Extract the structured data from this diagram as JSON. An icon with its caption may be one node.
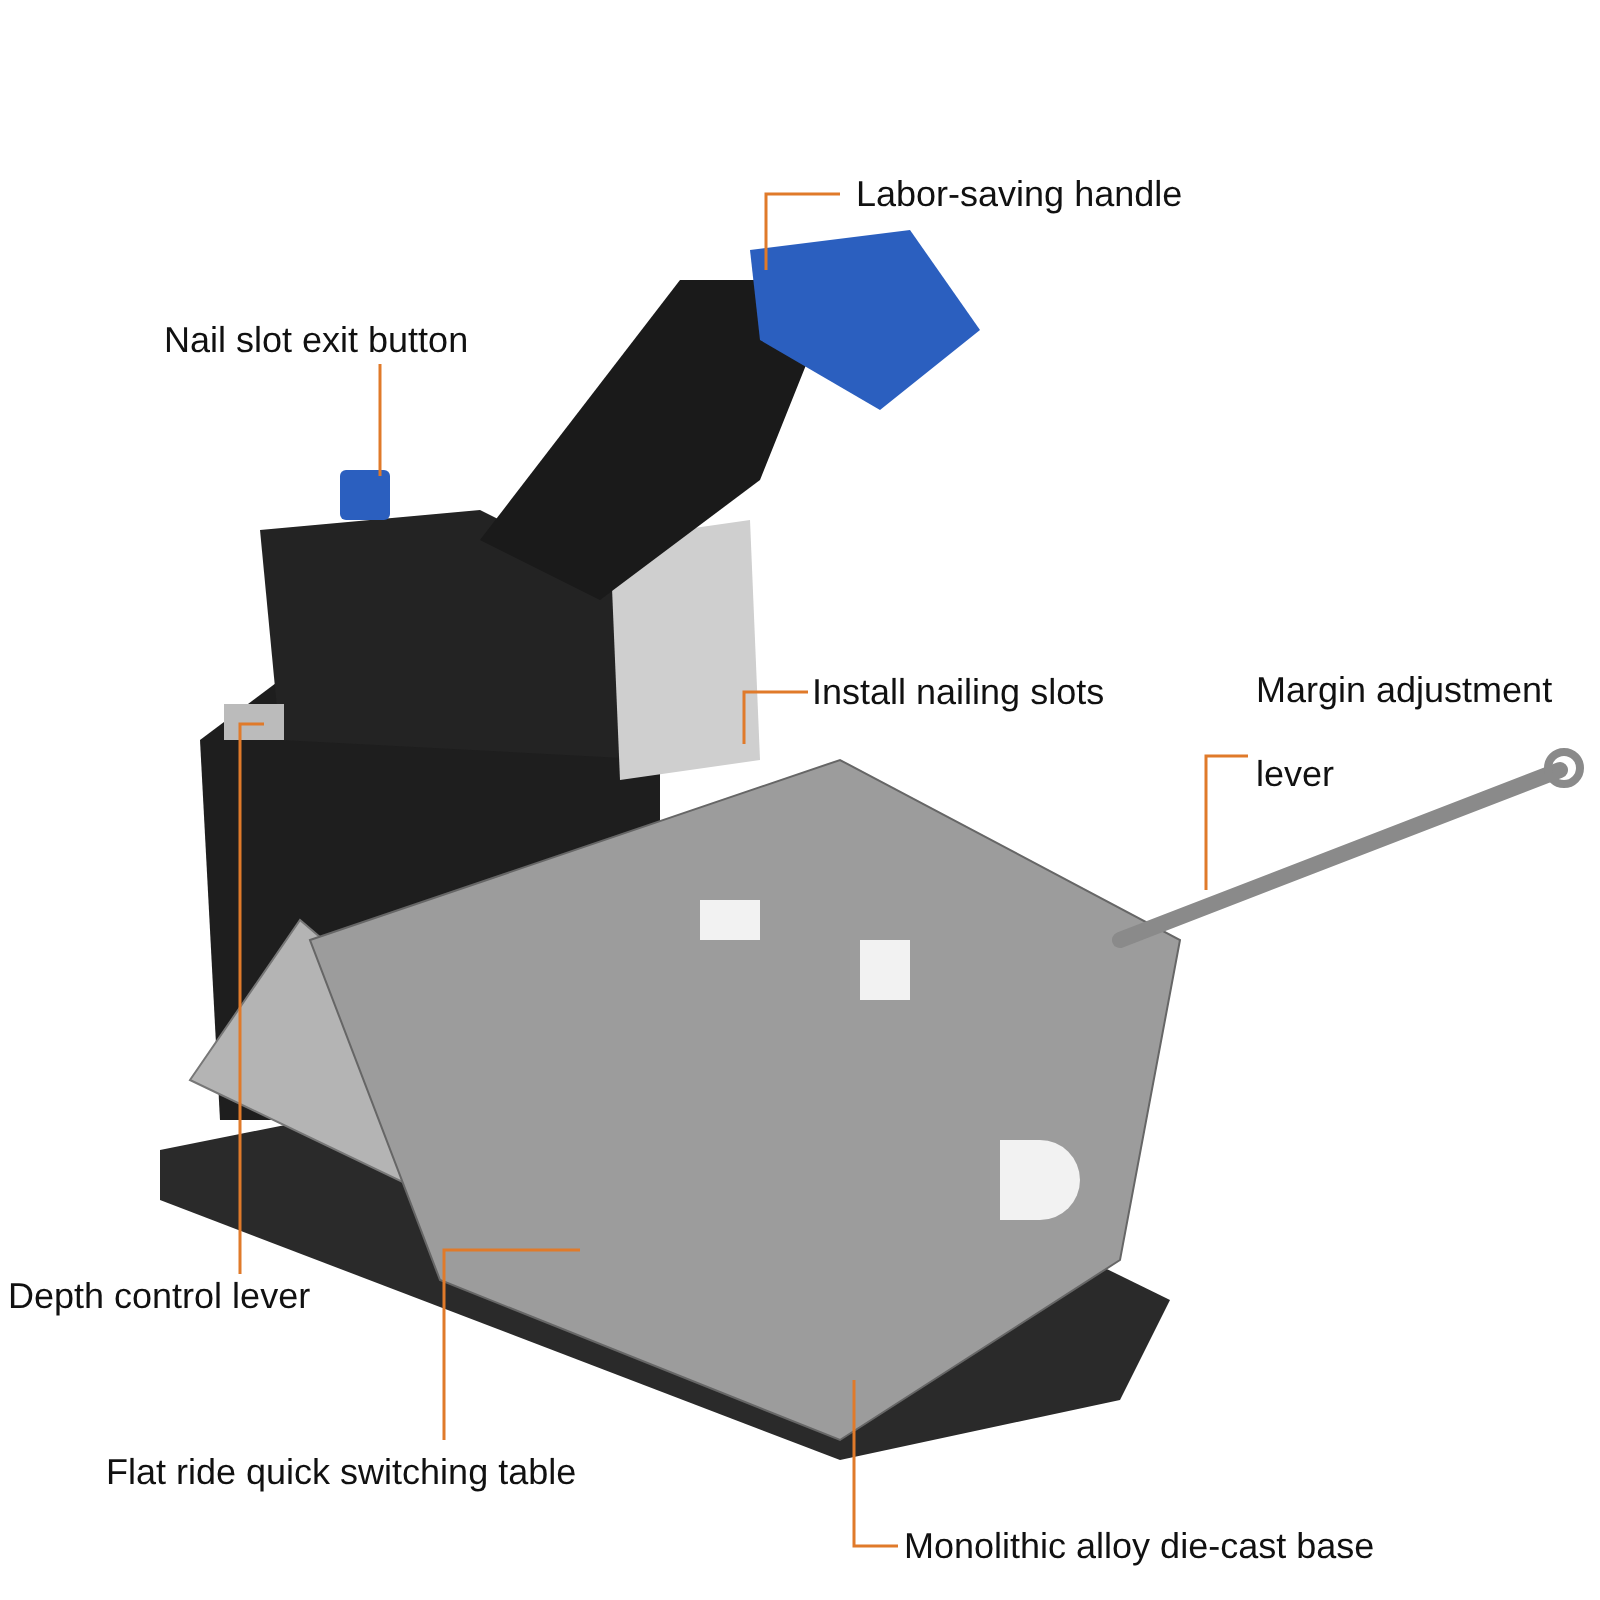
{
  "diagram": {
    "nodes": [
      {
        "text": [
          "Labor-saving handle"
        ]
      },
      {
        "text": [
          "Nail slot exit button"
        ]
      },
      {
        "text": [
          "Install nailing slots"
        ]
      },
      {
        "text": [
          "Margin adjustment lever"
        ]
      },
      {
        "text": [
          "Depth control lever"
        ]
      },
      {
        "text": [
          "Flat ride quick switching table"
        ]
      },
      {
        "text": [
          "Monolithic alloy die-cast base"
        ]
      }
    ],
    "edges": [
      {
        "from": 0,
        "to": null,
        "arrow": "none"
      },
      {
        "from": 1,
        "to": null,
        "arrow": "none"
      },
      {
        "from": 2,
        "to": null,
        "arrow": "none"
      },
      {
        "from": 3,
        "to": null,
        "arrow": "none"
      },
      {
        "from": 4,
        "to": null,
        "arrow": "none"
      },
      {
        "from": 5,
        "to": null,
        "arrow": "none"
      },
      {
        "from": 6,
        "to": null,
        "arrow": "none"
      }
    ]
  }
}
